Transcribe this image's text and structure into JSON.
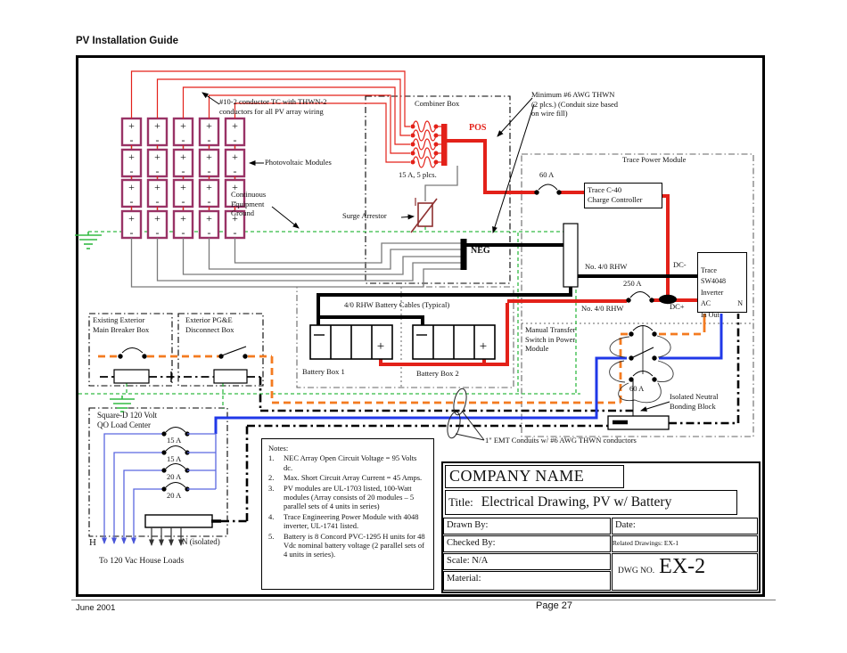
{
  "page": {
    "header": "PV Installation Guide",
    "footer_left": "June 2001",
    "footer_right": "Page 27"
  },
  "colors": {
    "wire_red": "#e32119",
    "wire_green": "#33bb44",
    "wire_blue": "#2038e8",
    "wire_blue_light": "#5b67e0",
    "wire_orange": "#f47b20",
    "wire_gray": "#7a7a7a",
    "module_border": "#993366",
    "arrestor": "#8e3030"
  },
  "pv_array": {
    "plus": "+",
    "minus": "-",
    "cols": 5,
    "rows": 4
  },
  "combiner": {
    "title": "Combiner Box",
    "pos_label": "POS",
    "fuse_note": "15 A, 5 plcs.",
    "fuse_count": 5
  },
  "annotations": {
    "pv_wiring": "#10-2 conductor TC with THWN-2\nconductors for all PV array wiring",
    "pv_modules": "Photovoltaic Modules",
    "continuous_ground": "Continuous\nEquipment\nGround",
    "surge_arrestor": "Surge Arrestor",
    "min_awg": "Minimum #6 AWG THWN\n(2 plcs.) (Conduit size based\non wire fill)",
    "neg_label": "NEG",
    "battery_cables": "4/0 RHW Battery Cables (Typical)",
    "emt": "1\" EMT Conduits w/ #6 AWG THWN conductors"
  },
  "power_module": {
    "title": "Trace Power Module",
    "breaker_60a": "60 A",
    "charge_controller": "Trace C-40\nCharge Controller",
    "rhw_top": "No. 4/0 RHW",
    "rhw_bottom": "No. 4/0 RHW",
    "dc_minus": "DC-",
    "dc_plus": "DC+",
    "fuse_250a": "250 A",
    "inverter": "Trace\nSW4048\nInverter\nAC\nIn Out",
    "inverter_n": "N",
    "manual_transfer": "Manual Transfer\nSwitch in Power\nModule",
    "transfer_60a": "60 A",
    "isolated_neutral": "Isolated Neutral\nBonding Block"
  },
  "batteries": {
    "box1": "Battery Box 1",
    "box2": "Battery Box 2",
    "plus": "+"
  },
  "service": {
    "main_breaker": "Existing Exterior\nMain Breaker Box",
    "pge_disconnect": "Exterior PG&E\nDisconnect Box"
  },
  "load_center": {
    "title": "Square-D 120 Volt\nQO Load Center",
    "breakers": [
      "15 A",
      "15 A",
      "20 A",
      "20 A"
    ],
    "h_label": "H",
    "n_label": "N (isolated)",
    "loads": "To 120 Vac House Loads"
  },
  "notes": {
    "title": "Notes:",
    "items": [
      {
        "num": "1.",
        "text": "NEC Array Open Circuit Voltage = 95 Volts dc."
      },
      {
        "num": "2.",
        "text": "Max. Short Circuit Array Current = 45 Amps."
      },
      {
        "num": "3.",
        "text": "PV modules are UL-1703 listed, 100-Watt modules (Array consists of 20 modules – 5 parallel sets of 4 units in series)"
      },
      {
        "num": "4.",
        "text": "Trace Engineering Power Module with 4048 inverter, UL-1741 listed."
      },
      {
        "num": "5.",
        "text": "Battery is 8 Concord PVC-1295 H units for 48 Vdc nominal battery voltage (2 parallel sets of 4 units in series)."
      }
    ]
  },
  "title_block": {
    "company": "COMPANY NAME",
    "title_label": "Title:",
    "title_value": "Electrical Drawing, PV w/ Battery",
    "drawn_by": "Drawn By:",
    "checked_by": "Checked By:",
    "scale": "Scale: N/A",
    "material": "Material:",
    "date": "Date:",
    "related": "Related Drawings:  EX-1",
    "dwg_label": "DWG NO.",
    "dwg_value": "EX-2"
  }
}
